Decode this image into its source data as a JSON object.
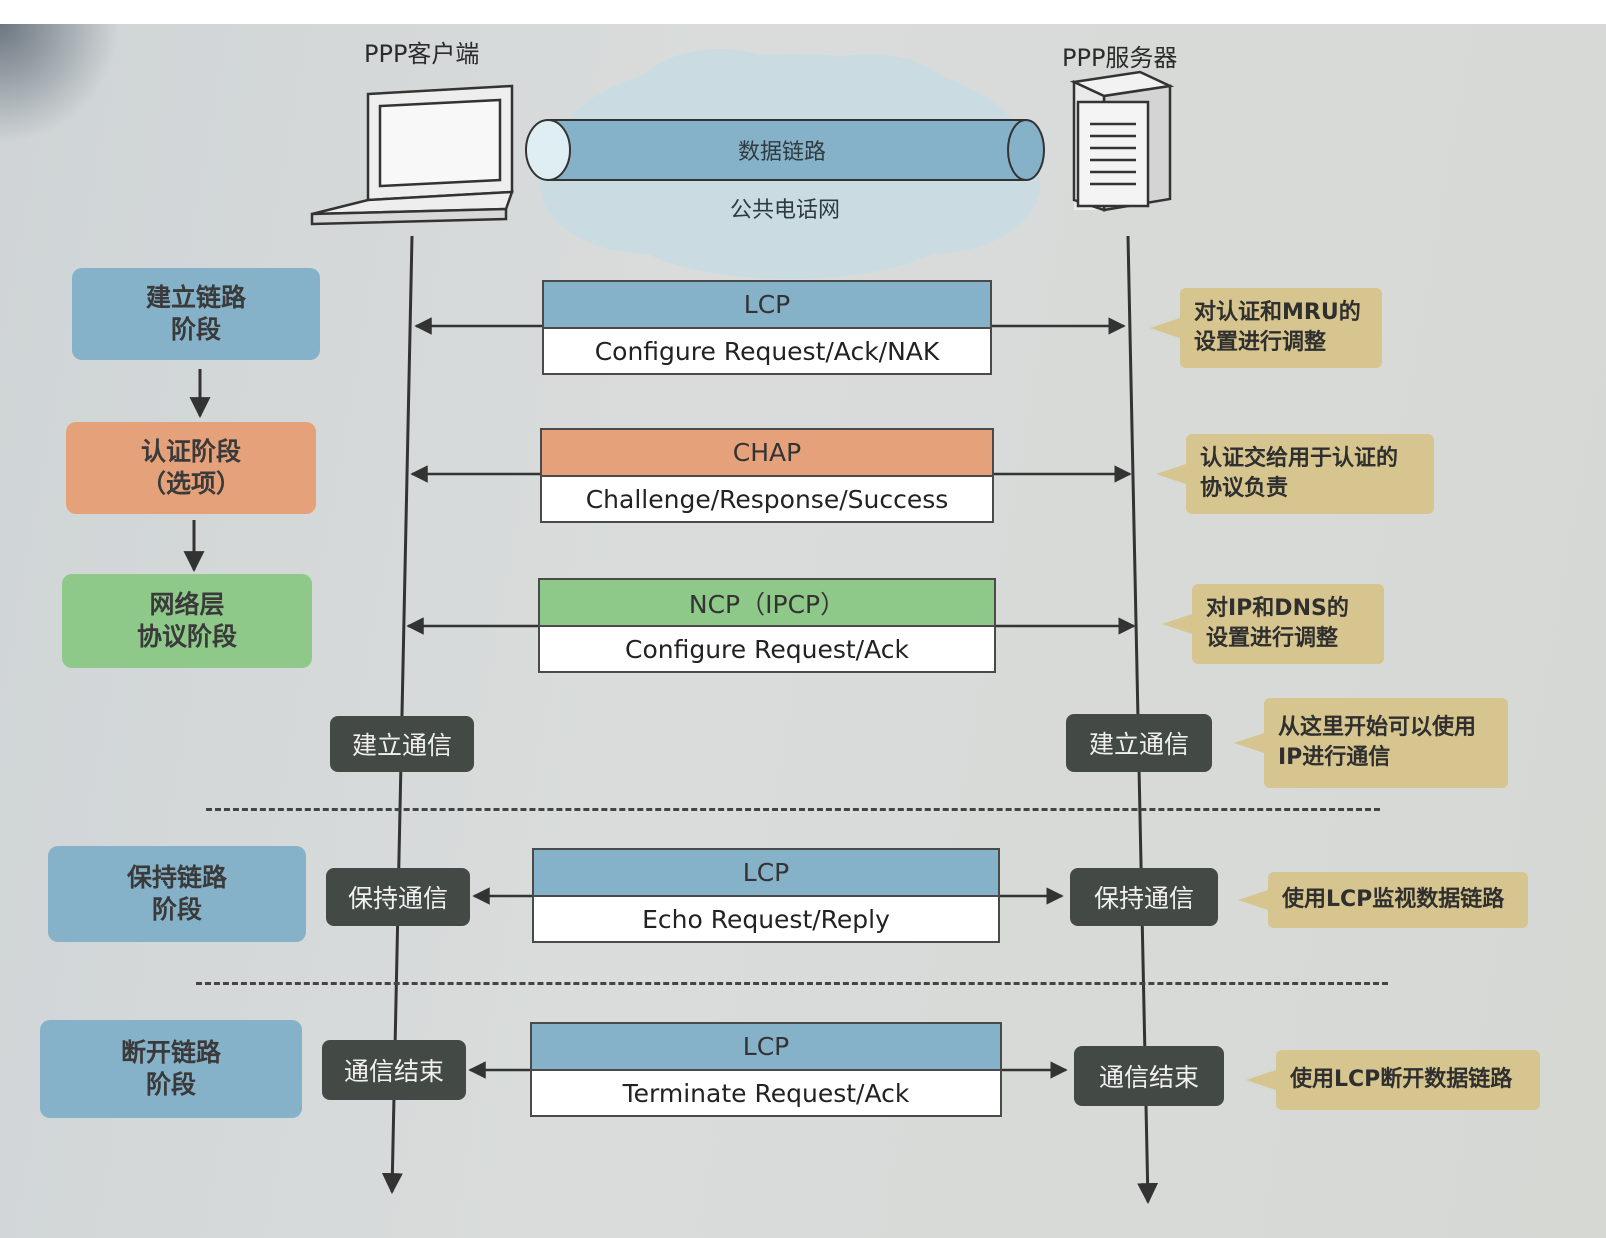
{
  "devices": {
    "client_label": "PPP客户端",
    "server_label": "PPP服务器"
  },
  "network": {
    "pipe_label": "数据链路",
    "cloud_label": "公共电话网"
  },
  "phases": {
    "establish_link": "建立链路\n阶段",
    "authentication": "认证阶段\n（选项）",
    "network_layer": "网络层\n协议阶段",
    "keep_link": "保持链路\n阶段",
    "terminate_link": "断开链路\n阶段"
  },
  "messages": {
    "lcp_config": {
      "protocol": "LCP",
      "detail": "Configure Request/Ack/NAK"
    },
    "chap": {
      "protocol": "CHAP",
      "detail": "Challenge/Response/Success"
    },
    "ncp": {
      "protocol": "NCP（IPCP）",
      "detail": "Configure Request/Ack"
    },
    "lcp_echo": {
      "protocol": "LCP",
      "detail": "Echo Request/Reply"
    },
    "lcp_terminate": {
      "protocol": "LCP",
      "detail": "Terminate Request/Ack"
    }
  },
  "states": {
    "establish": "建立通信",
    "keep": "保持通信",
    "end": "通信结束"
  },
  "notes": {
    "lcp_config": "对认证和MRU的\n设置进行调整",
    "chap": "认证交给用于认证的\n协议负责",
    "ncp": "对IP和DNS的\n设置进行调整",
    "establish": "从这里开始可以使用\nIP进行通信",
    "keep": "使用LCP监视数据链路",
    "terminate": "使用LCP断开数据链路"
  },
  "colors": {
    "phase_blue": "#86b2c9",
    "phase_orange": "#e5a27a",
    "phase_green": "#8ec98a",
    "state_dark": "#434a46",
    "note_tan": "#d6c58e"
  },
  "icons": [
    "laptop-icon",
    "server-icon",
    "cloud-icon",
    "pipe-icon"
  ]
}
